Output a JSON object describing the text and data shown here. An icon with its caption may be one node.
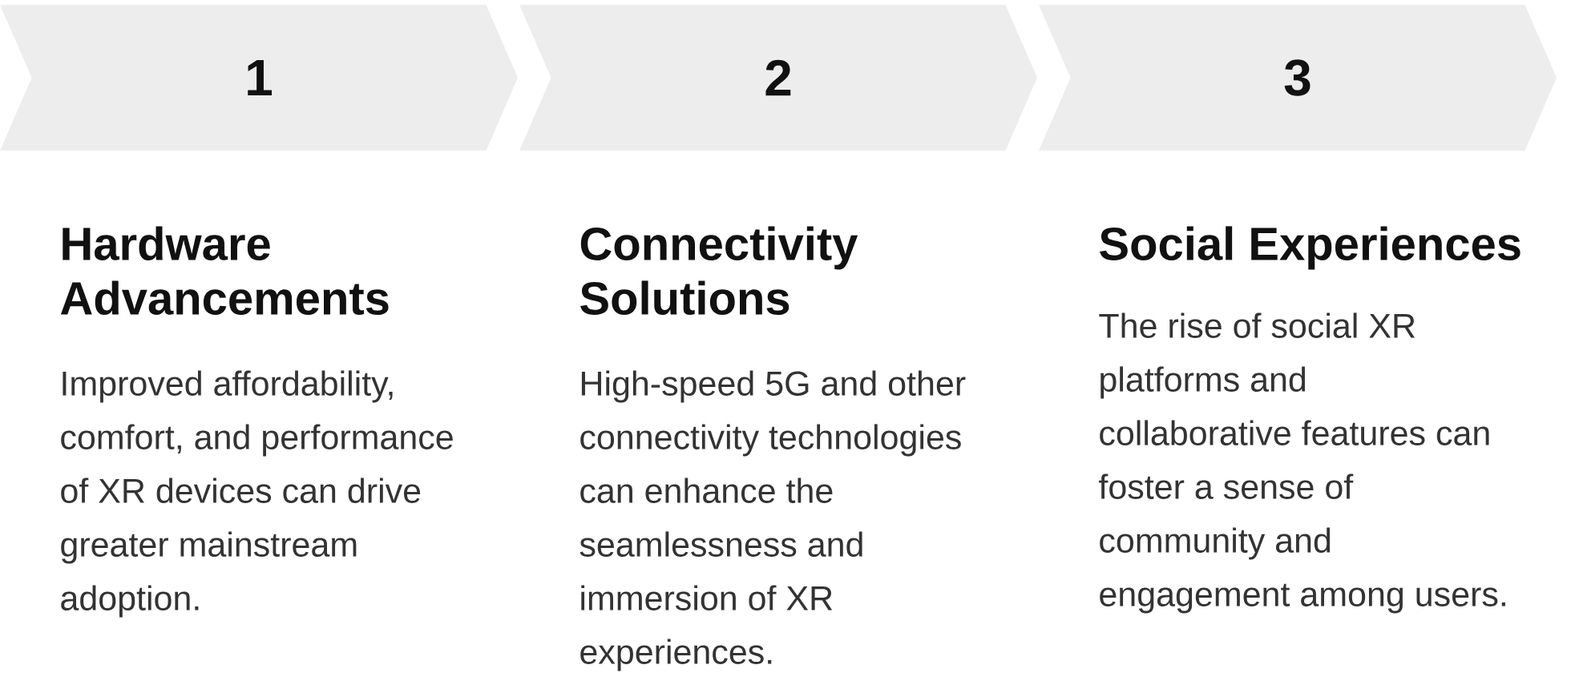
{
  "diagram": {
    "nodes": [
      {
        "text": [
          "1"
        ],
        "beside": [
          "Hardware Advancements",
          "Improved affordability, comfort, and performance of XR devices can drive greater mainstream adoption."
        ]
      },
      {
        "text": [
          "2"
        ],
        "beside": [
          "Connectivity Solutions",
          "High-speed 5G and other connectivity technologies can enhance the seamlessness and immersion of XR experiences."
        ]
      },
      {
        "text": [
          "3"
        ],
        "beside": [
          "Social Experiences",
          "The rise of social XR platforms and collaborative features can foster a sense of community and engagement among users."
        ]
      }
    ]
  }
}
